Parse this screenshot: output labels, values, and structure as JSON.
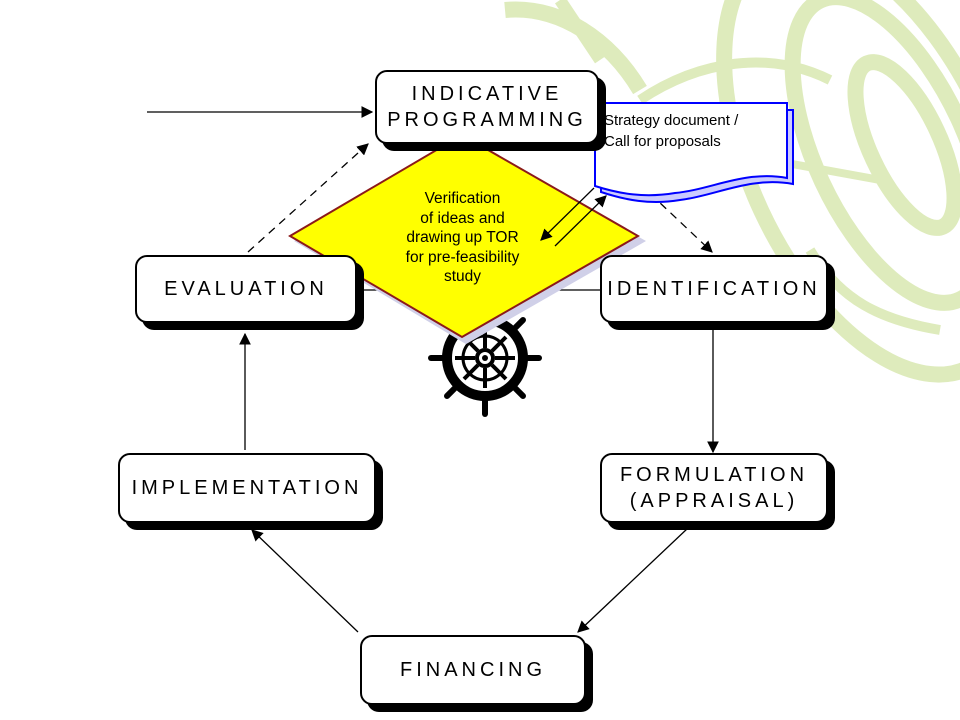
{
  "boxes": {
    "indicative": {
      "line1": "INDICATIVE",
      "line2": "PROGRAMMING"
    },
    "evaluation": {
      "label": "EVALUATION"
    },
    "identification": {
      "label": "IDENTIFICATION"
    },
    "implementation": {
      "label": "IMPLEMENTATION"
    },
    "formulation": {
      "line1": "FORMULATION",
      "line2": "(APPRAISAL)"
    },
    "financing": {
      "label": "FINANCING"
    }
  },
  "document_callout": {
    "line1": "Strategy document /",
    "line2": "Call for proposals"
  },
  "verification_callout": {
    "lines": [
      "Verification",
      "of ideas and",
      "drawing up TOR",
      "for pre-feasibility",
      "study"
    ]
  },
  "icons": [
    "ships-wheel-icon",
    "target-watermark-icon"
  ],
  "colors": {
    "diamond_fill": "#ffff00",
    "diamond_border": "#8b1a1a",
    "document_border": "#0000ff",
    "watermark": "#d8e8b0"
  }
}
